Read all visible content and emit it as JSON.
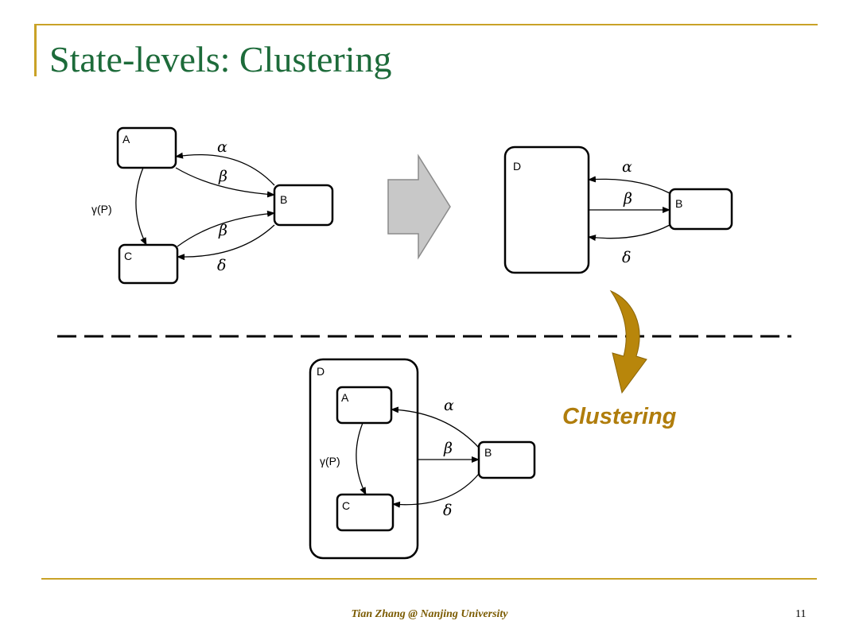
{
  "title": "State-levels: Clustering",
  "footer": {
    "author": "Tian Zhang @ Nanjing University",
    "page": "11"
  },
  "cluster_label": "Clustering",
  "colors": {
    "title": "#1d6b3a",
    "rule": "#c9a227",
    "arrow_gold": "#b8860b",
    "big_arrow": "#c8c8c8"
  },
  "diagram_left": {
    "states": {
      "a": "A",
      "b": "B",
      "c": "C"
    },
    "transitions": {
      "a_b_top": "α",
      "a_b": "β",
      "c_b": "β",
      "b_c": "δ",
      "a_c": "γ(P)"
    }
  },
  "diagram_right": {
    "states": {
      "d": "D",
      "b": "B"
    },
    "transitions": {
      "b_d_top": "α",
      "d_b": "β",
      "b_d_bottom": "δ"
    }
  },
  "diagram_bottom": {
    "states": {
      "d": "D",
      "a": "A",
      "b": "B",
      "c": "C"
    },
    "transitions": {
      "b_a": "α",
      "d_b": "β",
      "b_c": "δ",
      "a_c": "γ(P)"
    }
  }
}
